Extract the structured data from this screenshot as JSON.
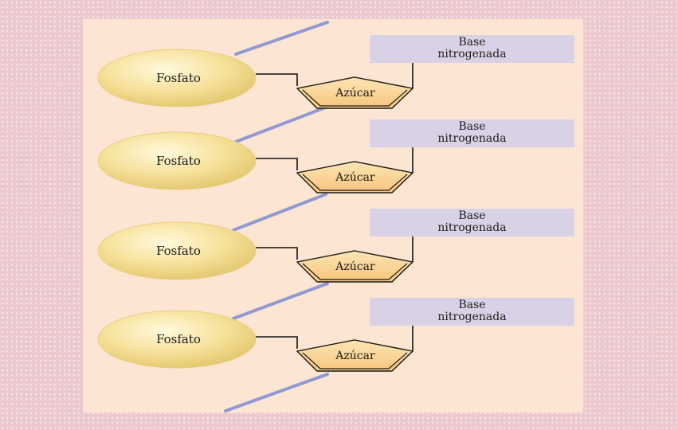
{
  "colors": {
    "background": "#ecc9ce",
    "panel": "#fde5d3",
    "backbone": "#8f9ad0",
    "phosphate_fill": "#f4dd8c",
    "sugar_fill": "#fcd89a",
    "base_fill": "#d9d2e6"
  },
  "units": [
    {
      "phosphate": "Fosfato",
      "sugar": "Azúcar",
      "base_line1": "Base",
      "base_line2": "nitrogenada"
    },
    {
      "phosphate": "Fosfato",
      "sugar": "Azúcar",
      "base_line1": "Base",
      "base_line2": "nitrogenada"
    },
    {
      "phosphate": "Fosfato",
      "sugar": "Azúcar",
      "base_line1": "Base",
      "base_line2": "nitrogenada"
    },
    {
      "phosphate": "Fosfato",
      "sugar": "Azúcar",
      "base_line1": "Base",
      "base_line2": "nitrogenada"
    }
  ]
}
